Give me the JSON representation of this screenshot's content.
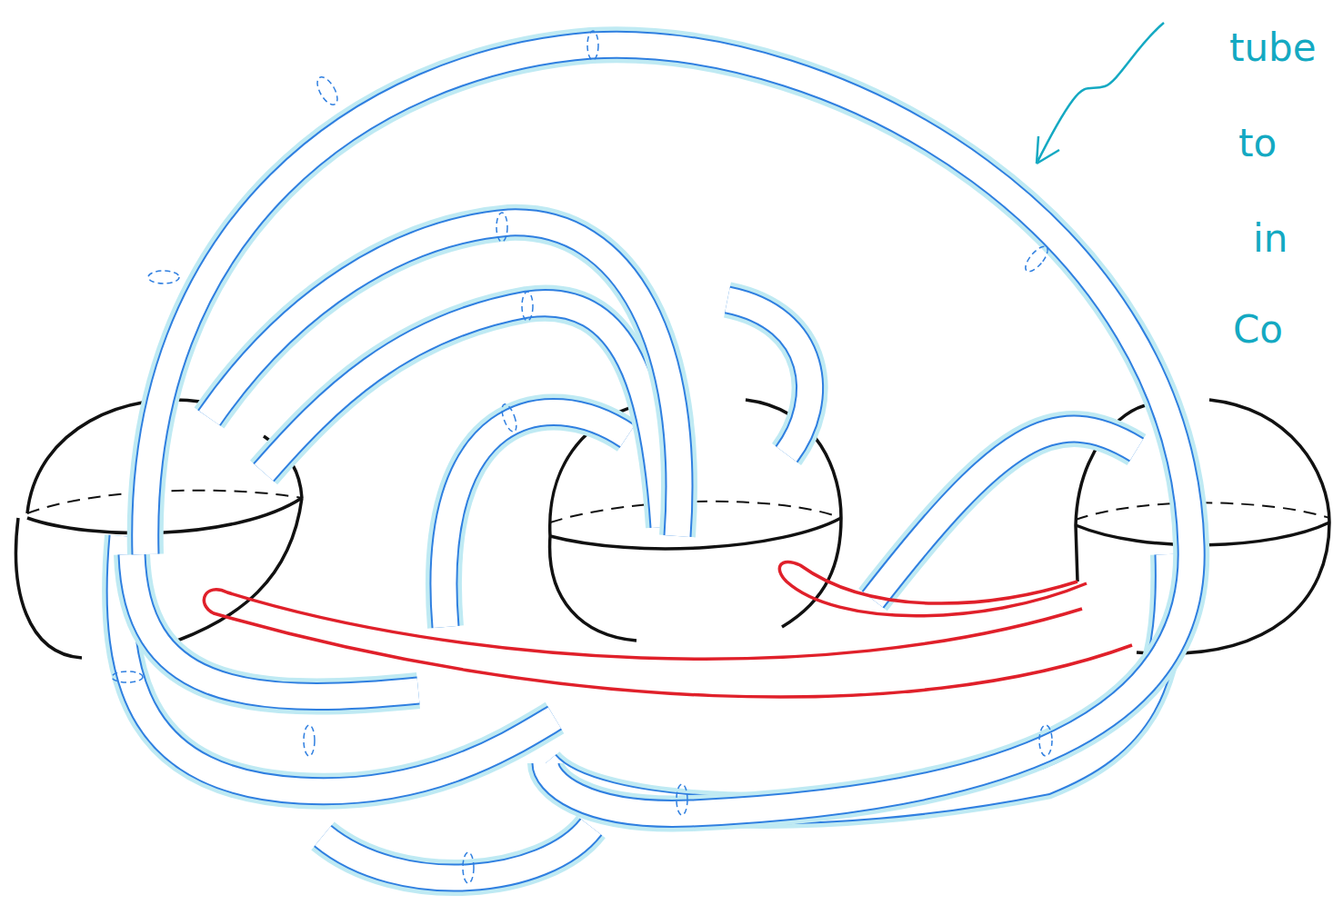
{
  "diagram": {
    "labels": [
      "tube",
      "to",
      "in",
      "Co"
    ]
  }
}
